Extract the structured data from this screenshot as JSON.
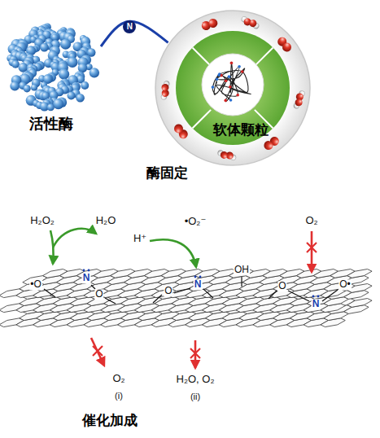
{
  "diagram": {
    "nodes": [
      {
        "text": [
          "活性酶"
        ]
      },
      {
        "text": [
          "软体颗粒"
        ]
      }
    ],
    "edges": [
      {
        "from": 0,
        "to": 1,
        "arrow": "none",
        "label": "N"
      }
    ],
    "labels": [
      "酶固定",
      "H₂O₂",
      "H₂O",
      "•O₂⁻",
      "O₂",
      "H⁺",
      "•O",
      "N",
      "O",
      "O",
      "N",
      "OH",
      "O",
      "N",
      "O•",
      "O₂",
      "(i)",
      "H₂O, O₂",
      "(ii)",
      "催化加成"
    ]
  }
}
